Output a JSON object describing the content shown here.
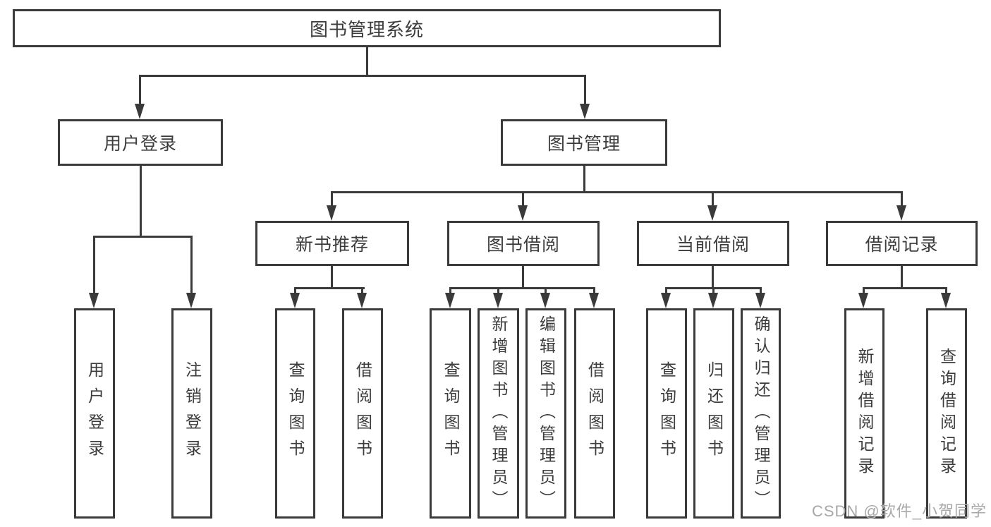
{
  "tree": {
    "root": {
      "label": "图书管理系统"
    },
    "level2": [
      {
        "label": "用户登录",
        "children": [
          {
            "label": "用户登录"
          },
          {
            "label": "注销登录"
          }
        ]
      },
      {
        "label": "图书管理",
        "children": [
          {
            "label": "新书推荐",
            "children": [
              {
                "label": "查询图书"
              },
              {
                "label": "借阅图书"
              }
            ]
          },
          {
            "label": "图书借阅",
            "children": [
              {
                "label": "查询图书"
              },
              {
                "label": "新增图书（管理员）"
              },
              {
                "label": "编辑图书（管理员）"
              },
              {
                "label": "借阅图书"
              }
            ]
          },
          {
            "label": "当前借阅",
            "children": [
              {
                "label": "查询图书"
              },
              {
                "label": "归还图书"
              },
              {
                "label": "确认归还（管理员）"
              }
            ]
          },
          {
            "label": "借阅记录",
            "children": [
              {
                "label": "新增借阅记录"
              },
              {
                "label": "查询借阅记录"
              }
            ]
          }
        ]
      }
    ]
  },
  "watermark": {
    "text": "CSDN @软件_小贺同学"
  },
  "colors": {
    "line": "#3a3a3a",
    "text": "#3c3c3c",
    "watermark": "#a8a8a8",
    "background": "#ffffff"
  }
}
